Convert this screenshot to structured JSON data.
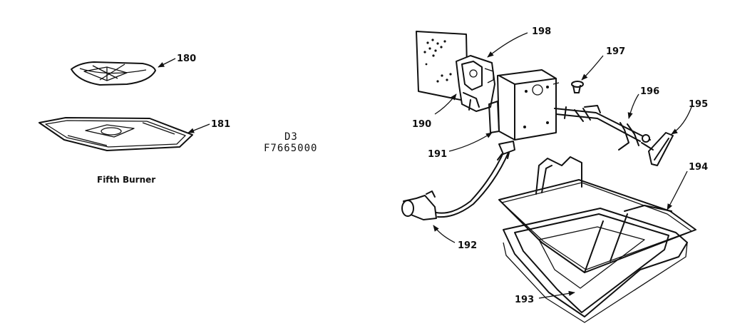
{
  "diagram": {
    "code_line1": "D3",
    "code_line2": "F7665000",
    "caption": "Fifth Burner",
    "callouts": [
      {
        "id": "180",
        "label": "180"
      },
      {
        "id": "181",
        "label": "181"
      },
      {
        "id": "190",
        "label": "190"
      },
      {
        "id": "191",
        "label": "191"
      },
      {
        "id": "192",
        "label": "192"
      },
      {
        "id": "193",
        "label": "193"
      },
      {
        "id": "194",
        "label": "194"
      },
      {
        "id": "195",
        "label": "195"
      },
      {
        "id": "196",
        "label": "196"
      },
      {
        "id": "197",
        "label": "197"
      },
      {
        "id": "198",
        "label": "198"
      }
    ]
  }
}
